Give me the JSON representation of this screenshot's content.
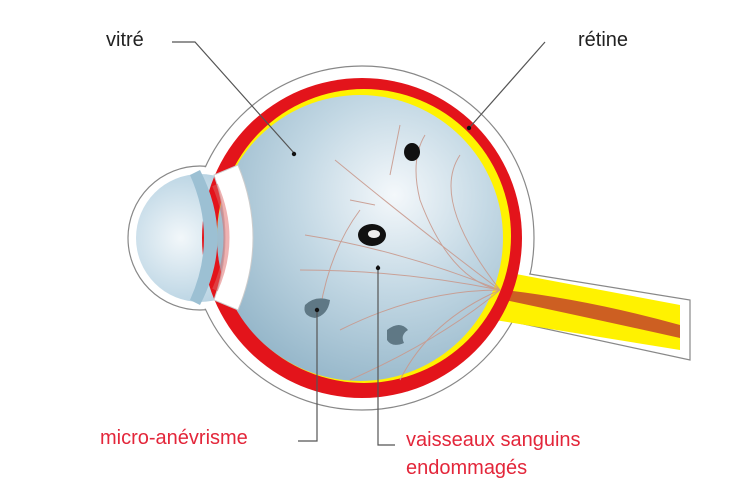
{
  "title": "Rétinopathie diabétique",
  "labels": {
    "vitre": "vitré",
    "retine": "rétine",
    "micro_anevrisme": "micro-anévrisme",
    "vaisseaux_line1": "vaisseaux sanguins",
    "vaisseaux_line2": "endommagés"
  },
  "colors": {
    "sclera": "#e3141b",
    "retina": "#fff200",
    "vitreous": "#a9c7d8",
    "label_red": "#e3263a",
    "leader": "#555555"
  }
}
